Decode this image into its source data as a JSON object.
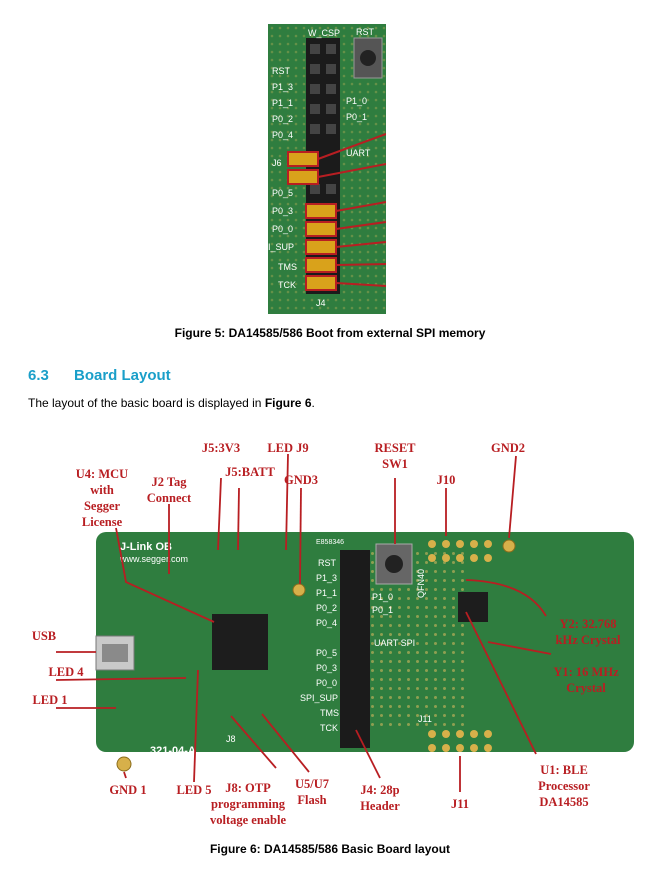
{
  "figure5": {
    "caption": "Figure 5: DA14585/586 Boot from external SPI memory",
    "silkscreen": {
      "w_csp": "W_CSP",
      "rst_top": "RST",
      "rst": "RST",
      "p1_3": "P1_3",
      "p1_1": "P1_1",
      "p0_2": "P0_2",
      "p0_4": "P0_4",
      "p0_5": "P0_5",
      "p0_3": "P0_3",
      "p0_0": "P0_0",
      "i_sup": "I_SUP",
      "tms": "TMS",
      "tck": "TCK",
      "j4": "J4",
      "j6": "J6",
      "uart": "UART",
      "p1_0": "P1_0",
      "p0_1": "P0_1"
    }
  },
  "section": {
    "number": "6.3",
    "title": "Board Layout",
    "intro": "The layout of the basic board is displayed in ",
    "ref": "Figure 6",
    "intro_end": "."
  },
  "figure6": {
    "caption": "Figure 6: DA14585/586 Basic Board layout",
    "labels": {
      "j5_3v3": "J5:3V3",
      "led_j9": "LED J9",
      "reset1": "RESET",
      "reset2": "SW1",
      "gnd2": "GND2",
      "j5_batt": "J5:BATT",
      "u4_1": "U4: MCU",
      "u4_2": "with",
      "u4_3": "Segger",
      "u4_4": "License",
      "j2_1": "J2 Tag",
      "j2_2": "Connect",
      "gnd3": "GND3",
      "j10": "J10",
      "usb": "USB",
      "y2_1": "Y2: 32.768",
      "y2_2": "kHz Crystal",
      "led4": "LED 4",
      "y1_1": "Y1: 16 MHz",
      "y1_2": "Crystal",
      "led1": "LED 1",
      "u1_1": "U1: BLE",
      "u1_2": "Processor",
      "u1_3": "DA14585",
      "gnd1": "GND 1",
      "led5": "LED 5",
      "j8_1": "J8: OTP",
      "j8_2": "programming",
      "j8_3": "voltage enable",
      "u5_1": "U5/U7",
      "u5_2": "Flash",
      "j4_1": "J4: 28p",
      "j4_2": "Header",
      "j11": "J11"
    },
    "silkscreen": {
      "jlink": "J-Link OB",
      "segger": "www.segger.com",
      "serial": "E858346",
      "rst": "RST",
      "p1_3": "P1_3",
      "p1_1": "P1_1",
      "p0_2": "P0_2",
      "p0_4": "P0_4",
      "p0_5": "P0_5",
      "p0_3": "P0_3",
      "p0_0": "P0_0",
      "spi_sup": "SPI_SUP",
      "tms": "TMS",
      "tck": "TCK",
      "p1_0": "P1_0",
      "p0_1": "P0_1",
      "uart_spi": "UART SPI",
      "qfn40": "QFN40",
      "part": "321-04-A",
      "j8": "J8",
      "j11": "J11"
    }
  },
  "colors": {
    "accent": "#1a9fc9",
    "annotation": "#b81e22",
    "pcb": "#2f7d3f"
  }
}
